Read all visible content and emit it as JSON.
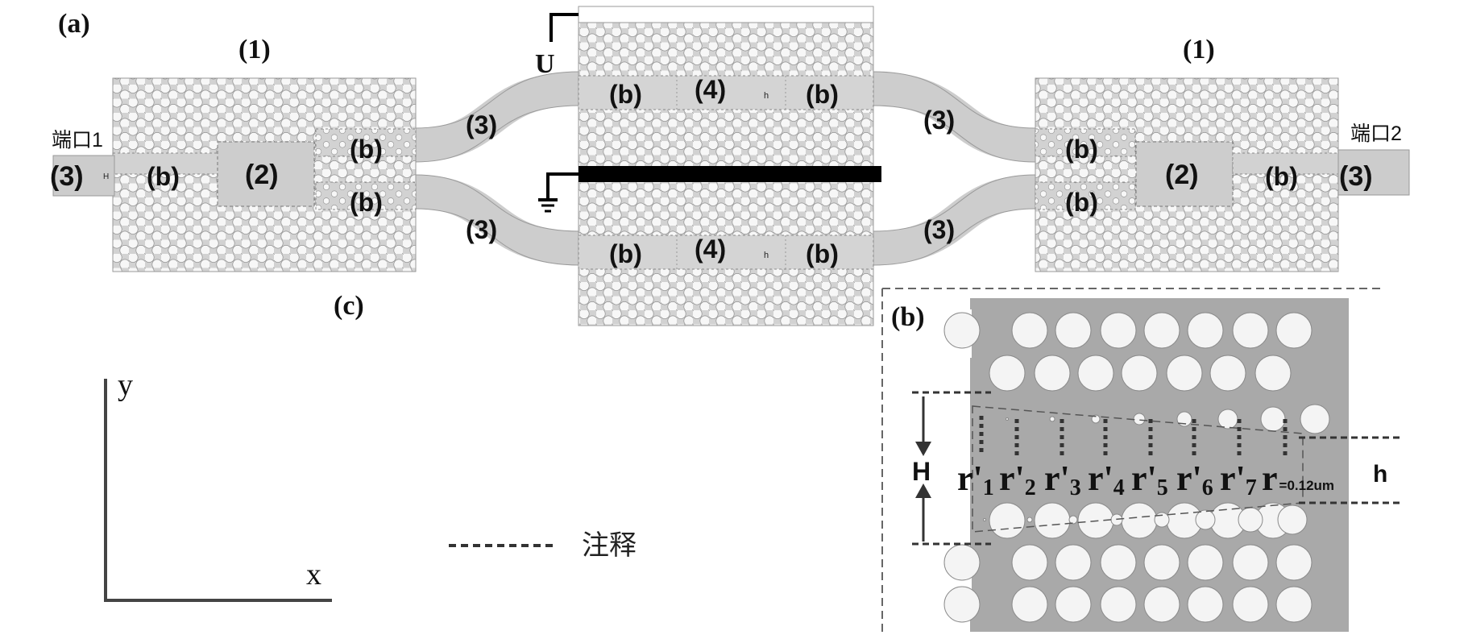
{
  "panel_labels": {
    "a": "(a)",
    "b": "(b)",
    "c": "(c)"
  },
  "regions": {
    "r1": "(1)",
    "r2": "(2)",
    "r3": "(3)",
    "r4": "(4)",
    "rb": "(b)"
  },
  "ports": {
    "port1": "端口1",
    "port2": "端口2"
  },
  "electrodes": {
    "voltage": "U"
  },
  "small_marks": {
    "H": "H",
    "h": "h"
  },
  "axes": {
    "x": "x",
    "y": "y"
  },
  "legend": {
    "dashed_note": "注释"
  },
  "taper": {
    "H": "H",
    "h": "h",
    "radius_labels": [
      "r'1",
      "r'2",
      "r'3",
      "r'4",
      "r'5",
      "r'6",
      "r'7"
    ],
    "r_final": "r",
    "r_final_value": "=0.12um"
  },
  "colors": {
    "slab": "#d0d0d0",
    "hole": "#f6f6f6",
    "hole_stroke": "#8a8a8a",
    "waveguide": "#cfcfcf",
    "detail_bg": "#a9a9a9",
    "electrode": "#000000"
  }
}
